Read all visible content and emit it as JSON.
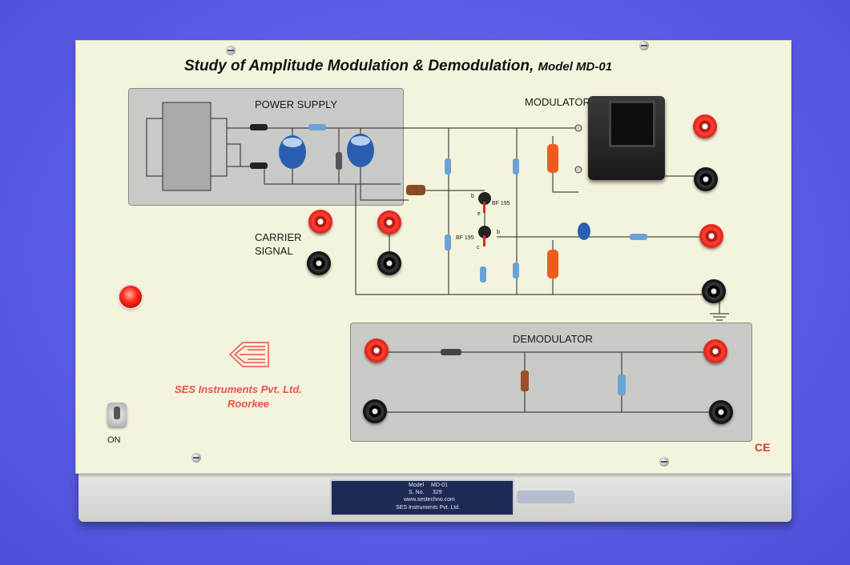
{
  "panel": {
    "title_main": "Study of Amplitude Modulation & Demodulation,",
    "title_model": "Model MD-01",
    "labels": {
      "power_supply": "POWER SUPPLY",
      "modulator": "MODULATOR",
      "carrier_line1": "CARRIER",
      "carrier_line2": "SIGNAL",
      "demodulator": "DEMODULATOR",
      "on": "ON",
      "transistor_1": "BF 195",
      "transistor_2": "BF 195",
      "pin_b": "b",
      "pin_e": "e",
      "pin_c": "c"
    },
    "company_line1": "SES Instruments Pvt. Ltd.",
    "company_line2": "Roorkee",
    "ce": "CE"
  },
  "nameplate": {
    "model_label": "Model",
    "model_value": "MD-01",
    "serial_label": "S. No.",
    "serial_value": "329",
    "website": "www.sestechno.com",
    "company": "SES Instruments Pvt. Ltd."
  },
  "colors": {
    "background": "#5a5ee6",
    "panel": "#f4f3dd",
    "section": "#c9cac6",
    "socket_red": "#ff3b2f",
    "socket_black": "#161616",
    "brand_red": "#e9514a"
  }
}
